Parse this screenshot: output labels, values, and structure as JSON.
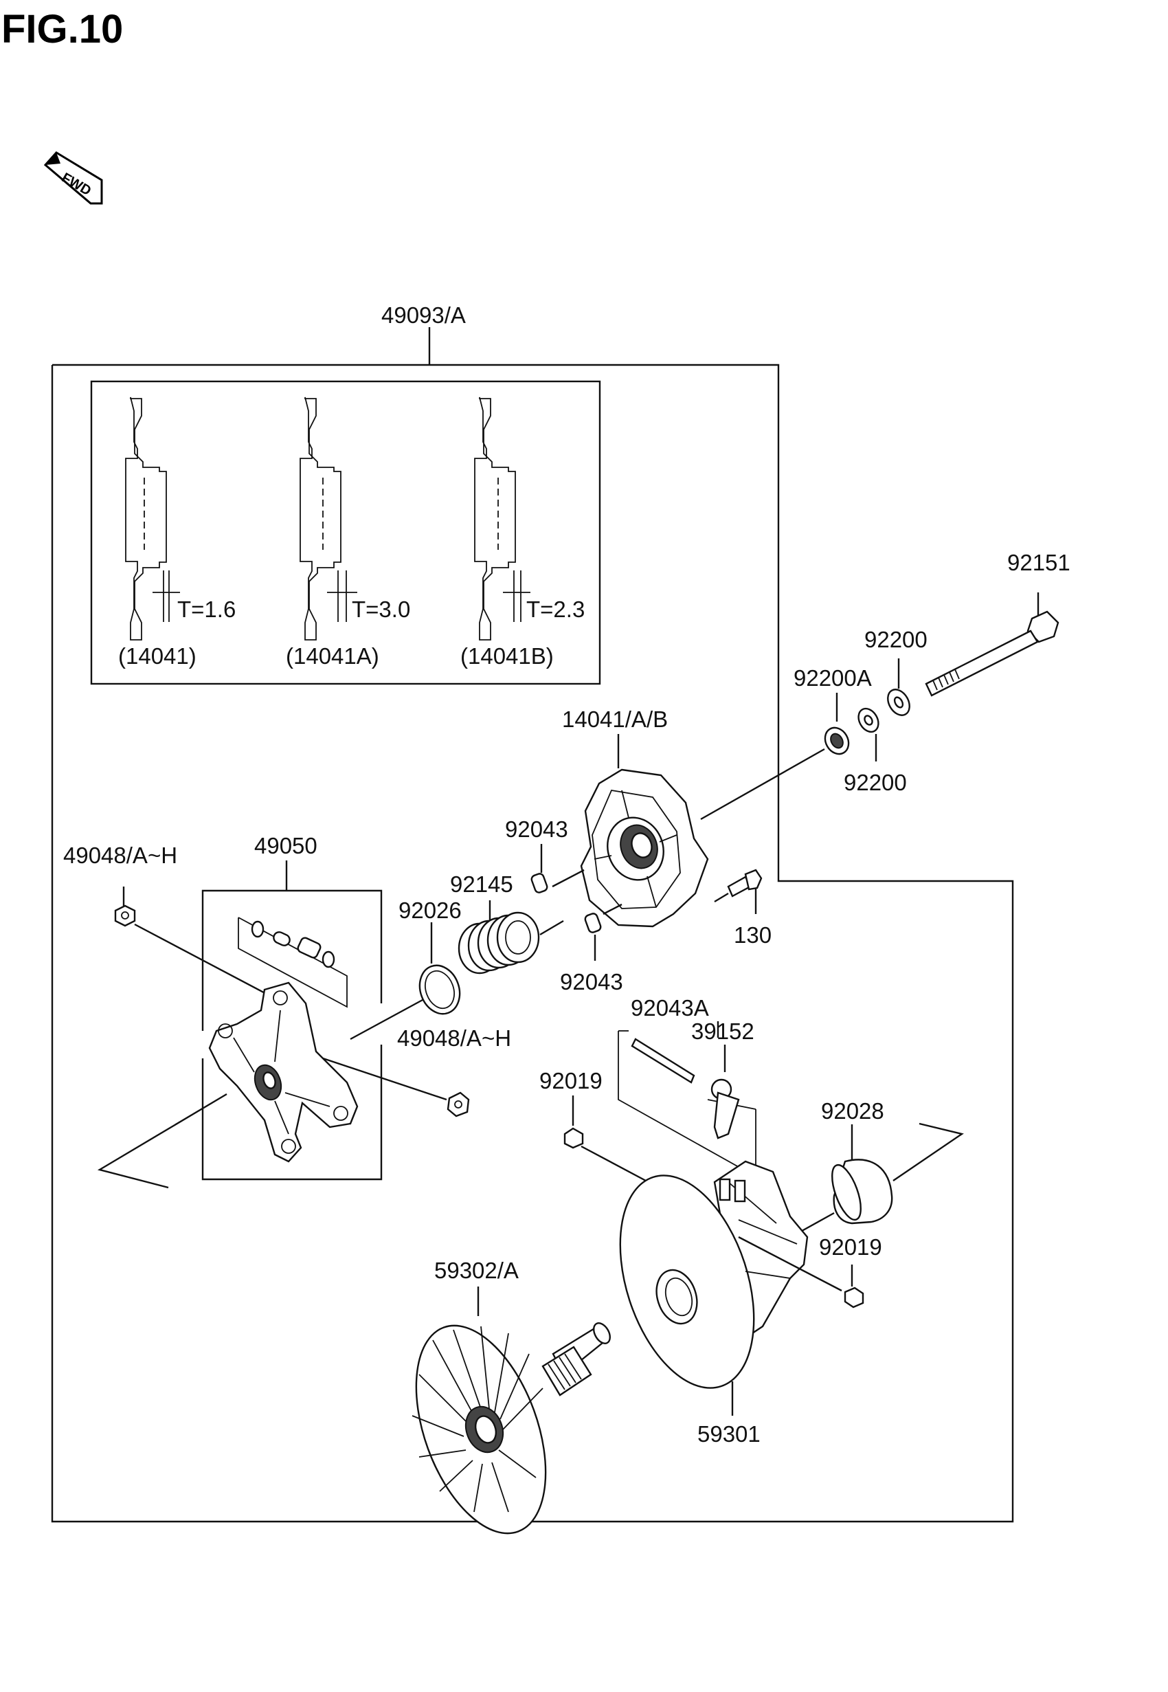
{
  "figure": {
    "title": "FIG.10",
    "fwd_label": "FWD"
  },
  "inset": {
    "thickness_labels": [
      "T=1.6",
      "T=3.0",
      "T=2.3"
    ],
    "part_labels": [
      "(14041)",
      "(14041A)",
      "(14041B)"
    ]
  },
  "labels": {
    "assembly": "49093/A",
    "p92151": "92151",
    "p92200_top": "92200",
    "p92200A": "92200A",
    "p92200_bottom": "92200",
    "p14041": "14041/A/B",
    "p92043_top": "92043",
    "p130": "130",
    "p92043_bottom": "92043",
    "p49048_top": "49048/A~H",
    "p49050": "49050",
    "p92145": "92145",
    "p92026": "92026",
    "p49048_mid": "49048/A~H",
    "p92043A": "92043A",
    "p39152": "39152",
    "p92019_left": "92019",
    "p92028": "92028",
    "p92019_right": "92019",
    "p59302": "59302/A",
    "p59301": "59301"
  }
}
